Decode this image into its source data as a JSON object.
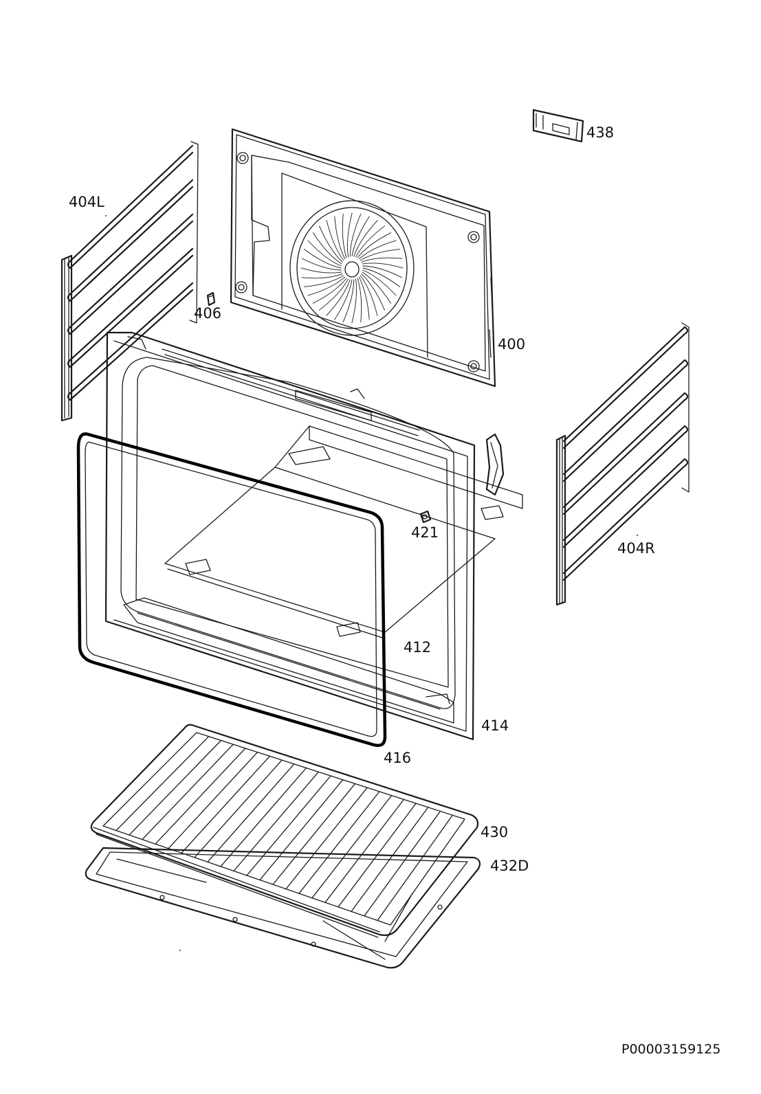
{
  "labels": {
    "p438": "438",
    "p404L": "404L",
    "p406": "406",
    "p400": "400",
    "p421": "421",
    "p404R": "404R",
    "p412": "412",
    "p414": "414",
    "p416": "416",
    "p430": "430",
    "p432D": "432D"
  },
  "document_id": "P00003159125"
}
